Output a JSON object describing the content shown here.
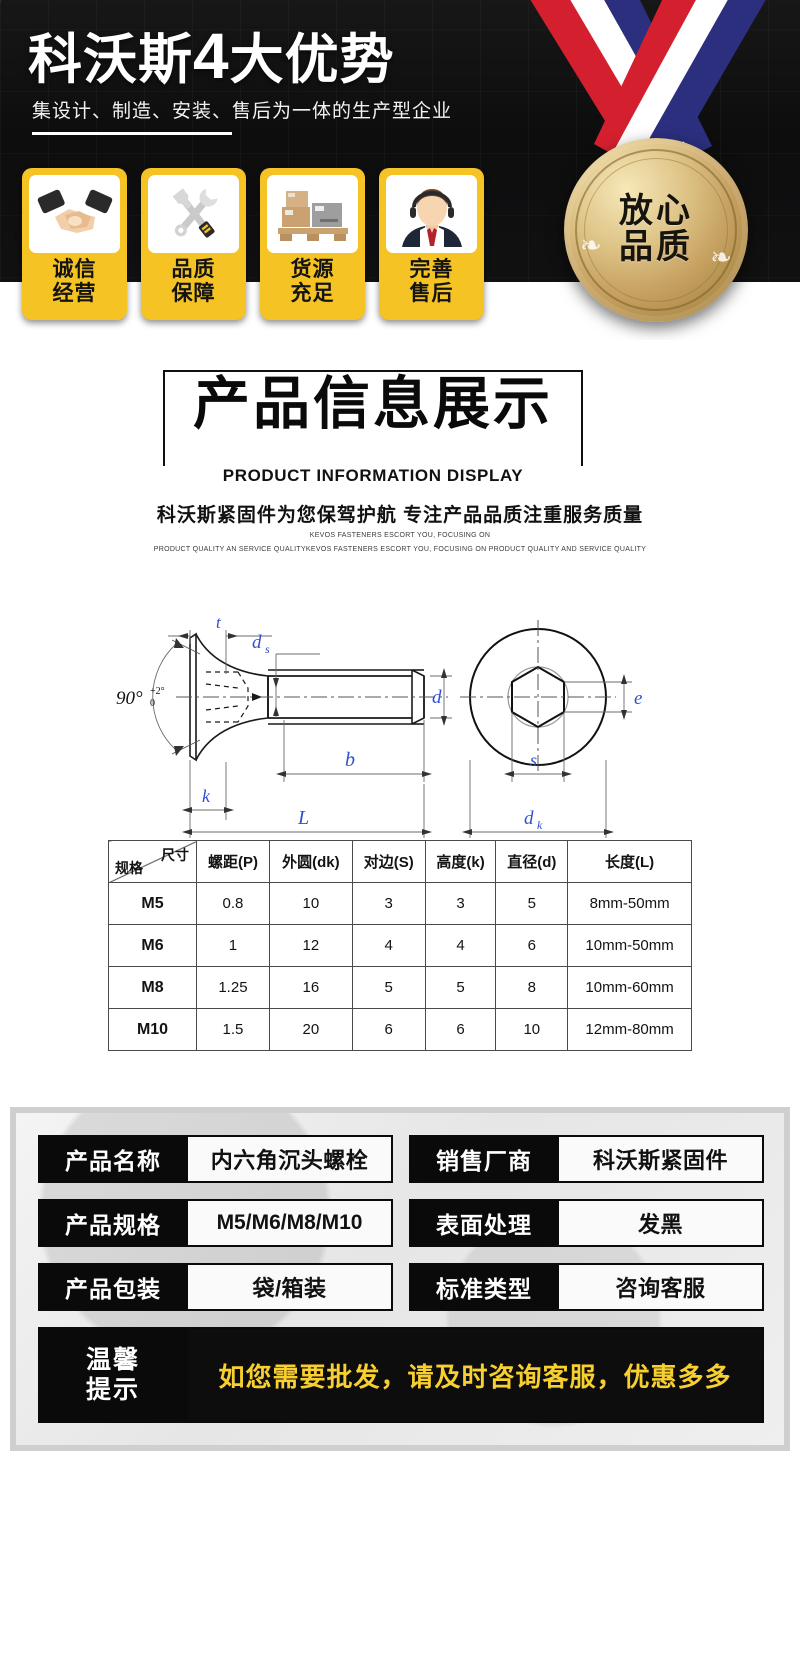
{
  "hero": {
    "title_prefix": "科沃斯",
    "title_number": "4",
    "title_suffix": "大优势",
    "subtitle": "集设计、制造、安装、售后为一体的生产型企业",
    "cards": [
      {
        "icon": "handshake-icon",
        "line1": "诚信",
        "line2": "经营"
      },
      {
        "icon": "tools-icon",
        "line1": "品质",
        "line2": "保障"
      },
      {
        "icon": "boxes-pallet-icon",
        "line1": "货源",
        "line2": "充足"
      },
      {
        "icon": "support-agent-icon",
        "line1": "完善",
        "line2": "售后"
      }
    ],
    "medal": {
      "line1": "放心",
      "line2": "品质"
    }
  },
  "product_info": {
    "title": "产品信息展示",
    "title_en": "PRODUCT INFORMATION DISPLAY",
    "slogan": "科沃斯紧固件为您保驾护航  专注产品品质注重服务质量",
    "micro_line1": "KEVOS FASTENERS ESCORT YOU, FOCUSING ON",
    "micro_line2": "PRODUCT QUALITY AN SERVICE QUALITYKEVOS FASTENERS ESCORT YOU, FOCUSING ON PRODUCT QUALITY AND SERVICE QUALITY"
  },
  "drawing": {
    "labels": {
      "t": "t",
      "ds": "d",
      "ds_sub": "s",
      "angle": "90°",
      "angle_tol_top": "+2°",
      "angle_tol_bot": "0",
      "k": "k",
      "b": "b",
      "d": "d",
      "L": "L",
      "e": "e",
      "s": "s",
      "dk": "d",
      "dk_sub": "k"
    }
  },
  "spec_table": {
    "corner_top": "尺寸",
    "corner_bottom": "规格",
    "columns": [
      "螺距(P)",
      "外圆(dk)",
      "对边(S)",
      "高度(k)",
      "直径(d)",
      "长度(L)"
    ],
    "rows": [
      {
        "model": "M5",
        "values": [
          "0.8",
          "10",
          "3",
          "3",
          "5",
          "8mm-50mm"
        ]
      },
      {
        "model": "M6",
        "values": [
          "1",
          "12",
          "4",
          "4",
          "6",
          "10mm-50mm"
        ]
      },
      {
        "model": "M8",
        "values": [
          "1.25",
          "16",
          "5",
          "5",
          "8",
          "10mm-60mm"
        ]
      },
      {
        "model": "M10",
        "values": [
          "1.5",
          "20",
          "6",
          "6",
          "10",
          "12mm-80mm"
        ]
      }
    ]
  },
  "info_panel": {
    "pairs": [
      {
        "key": "产品名称",
        "value": "内六角沉头螺栓",
        "latin": false
      },
      {
        "key": "销售厂商",
        "value": "科沃斯紧固件",
        "latin": false
      },
      {
        "key": "产品规格",
        "value": "M5/M6/M8/M10",
        "latin": true
      },
      {
        "key": "表面处理",
        "value": "发黑",
        "latin": false
      },
      {
        "key": "产品包装",
        "value": "袋/箱装",
        "latin": false
      },
      {
        "key": "标准类型",
        "value": "咨询客服",
        "latin": false
      }
    ],
    "tips_key_line1": "温馨",
    "tips_key_line2": "提示",
    "tips_value": "如您需要批发，请及时咨询客服，优惠多多"
  },
  "colors": {
    "brand_yellow": "#f5c324",
    "tips_yellow": "#f7cf2e",
    "dark": "#0b0b0c",
    "drawing_blue": "#2f4fd0"
  }
}
